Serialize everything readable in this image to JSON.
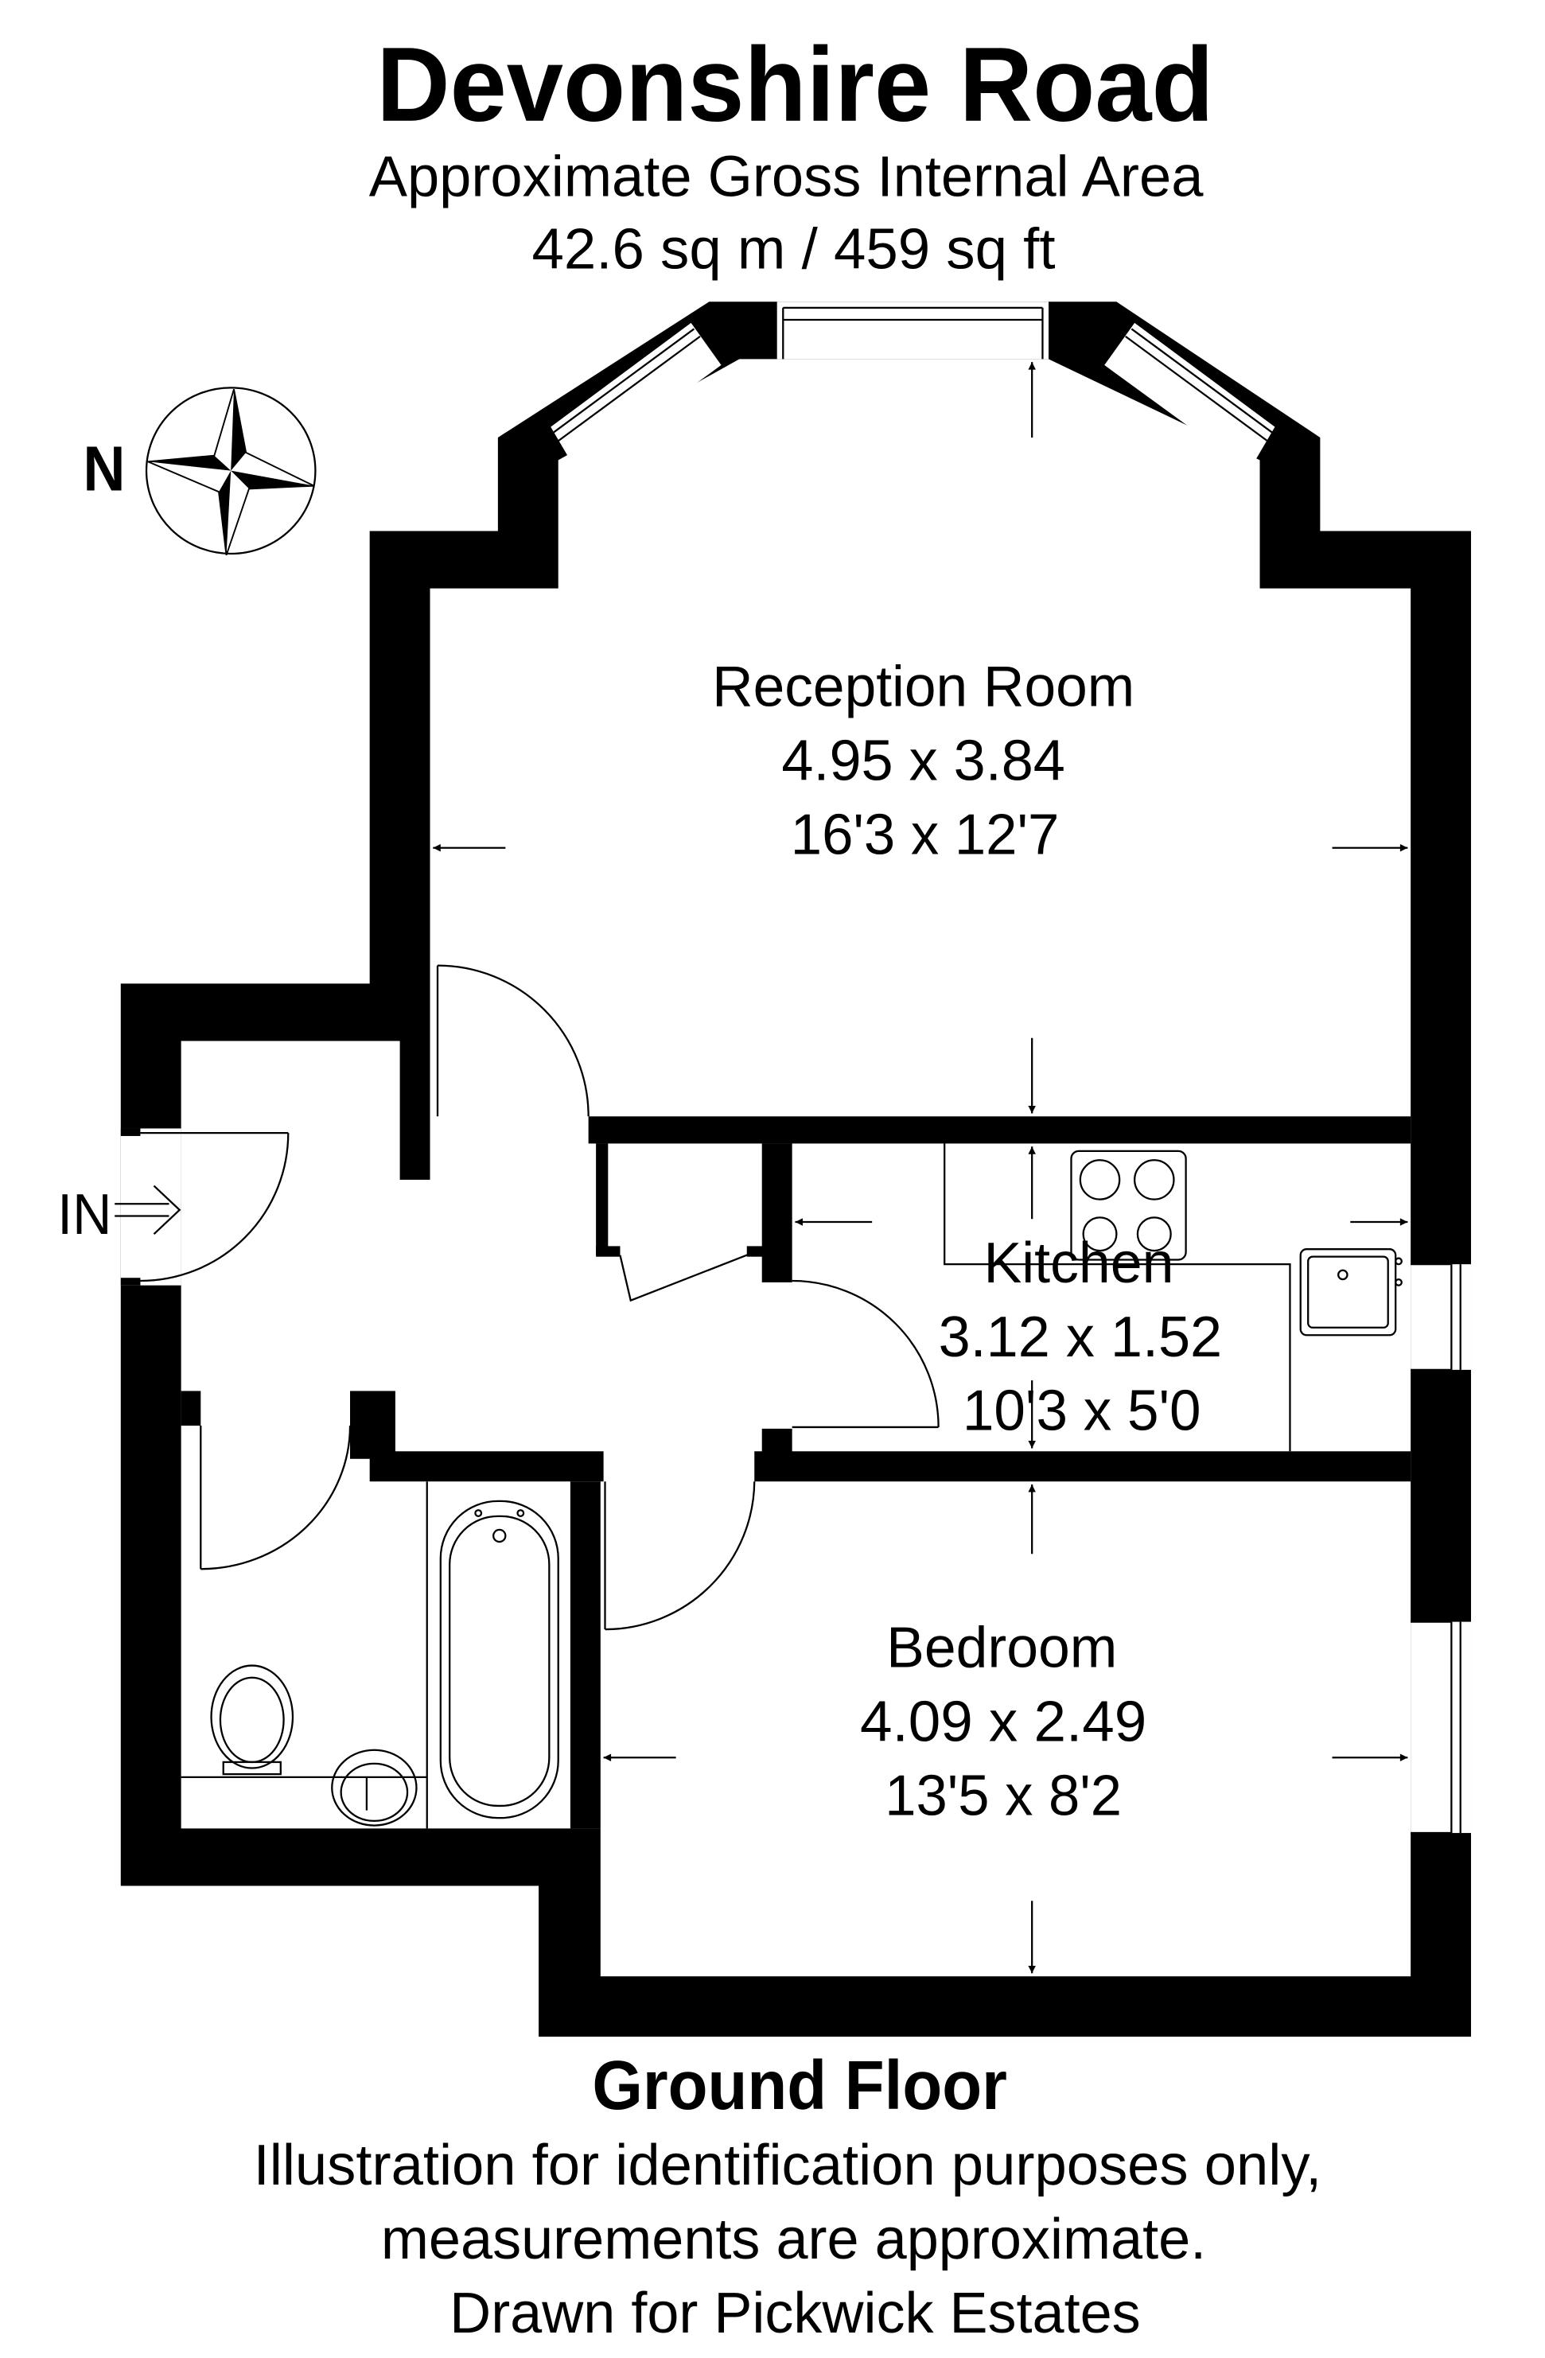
{
  "header": {
    "title": "Devonshire Road",
    "subtitle": "Approximate Gross Internal Area",
    "area": "42.6 sq m / 459 sq ft"
  },
  "compass": {
    "label": "N"
  },
  "entrance": {
    "label": "IN"
  },
  "rooms": [
    {
      "name": "Reception Room",
      "metric": "4.95 x 3.84",
      "imperial": "16'3 x 12'7"
    },
    {
      "name": "Kitchen",
      "metric": "3.12 x 1.52",
      "imperial": "10'3 x 5'0"
    },
    {
      "name": "Bedroom",
      "metric": "4.09 x 2.49",
      "imperial": "13'5 x 8'2"
    }
  ],
  "footer": {
    "floor": "Ground Floor",
    "line1": "Illustration for identification purposes only,",
    "line2": "measurements are approximate.",
    "line3": "Drawn for Pickwick Estates"
  },
  "colors": {
    "wall": "#000000",
    "background": "#ffffff"
  }
}
